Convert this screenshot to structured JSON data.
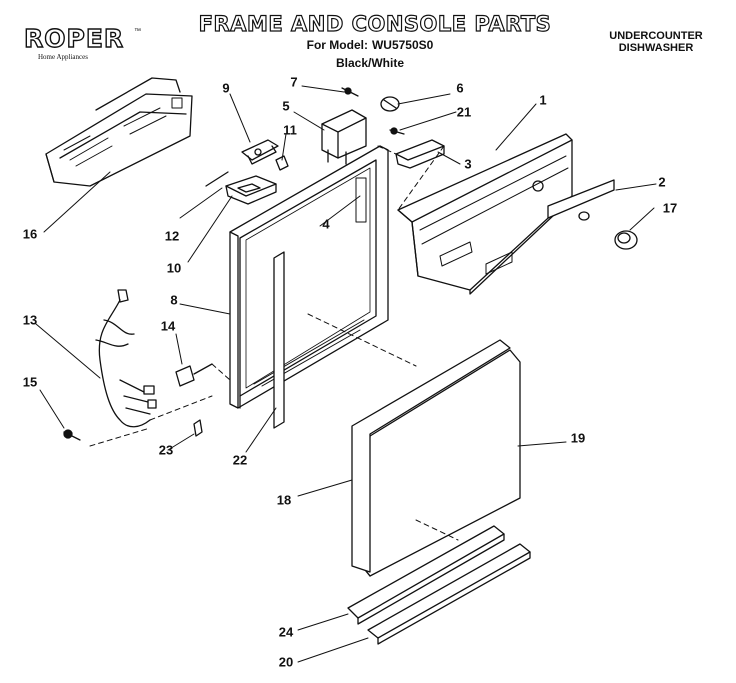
{
  "brand": {
    "name": "ROPER",
    "trademark": "™",
    "tagline": "Home Appliances"
  },
  "title": "FRAME AND CONSOLE PARTS",
  "model": {
    "label": "For Model:",
    "number": "WU5750S0"
  },
  "color_scheme": "Black/White",
  "appliance_type": [
    "UNDERCOUNTER",
    "DISHWASHER"
  ],
  "callouts": [
    "1",
    "2",
    "3",
    "4",
    "5",
    "6",
    "7",
    "8",
    "9",
    "10",
    "11",
    "12",
    "13",
    "14",
    "15",
    "16",
    "17",
    "18",
    "19",
    "20",
    "21",
    "22",
    "23",
    "24"
  ],
  "colors": {
    "ink": "#111111",
    "paper": "#ffffff",
    "shade": "#cfcfcf"
  }
}
